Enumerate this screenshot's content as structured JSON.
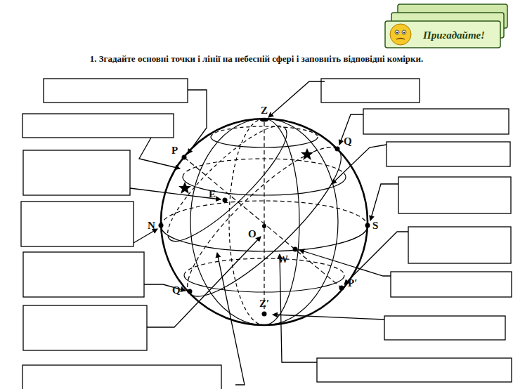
{
  "diagram": {
    "title": "1. Згадайте основні точки і лінії на небесній сфері і заповніть відповідні комірки.",
    "nodes": [
      {
        "text": [
          "Пригадайте!"
        ]
      }
    ],
    "labels": [
      "Z",
      "P",
      "Q",
      "E",
      "N",
      "O",
      "S",
      "W",
      "P′",
      "Q′",
      "Z′"
    ]
  }
}
